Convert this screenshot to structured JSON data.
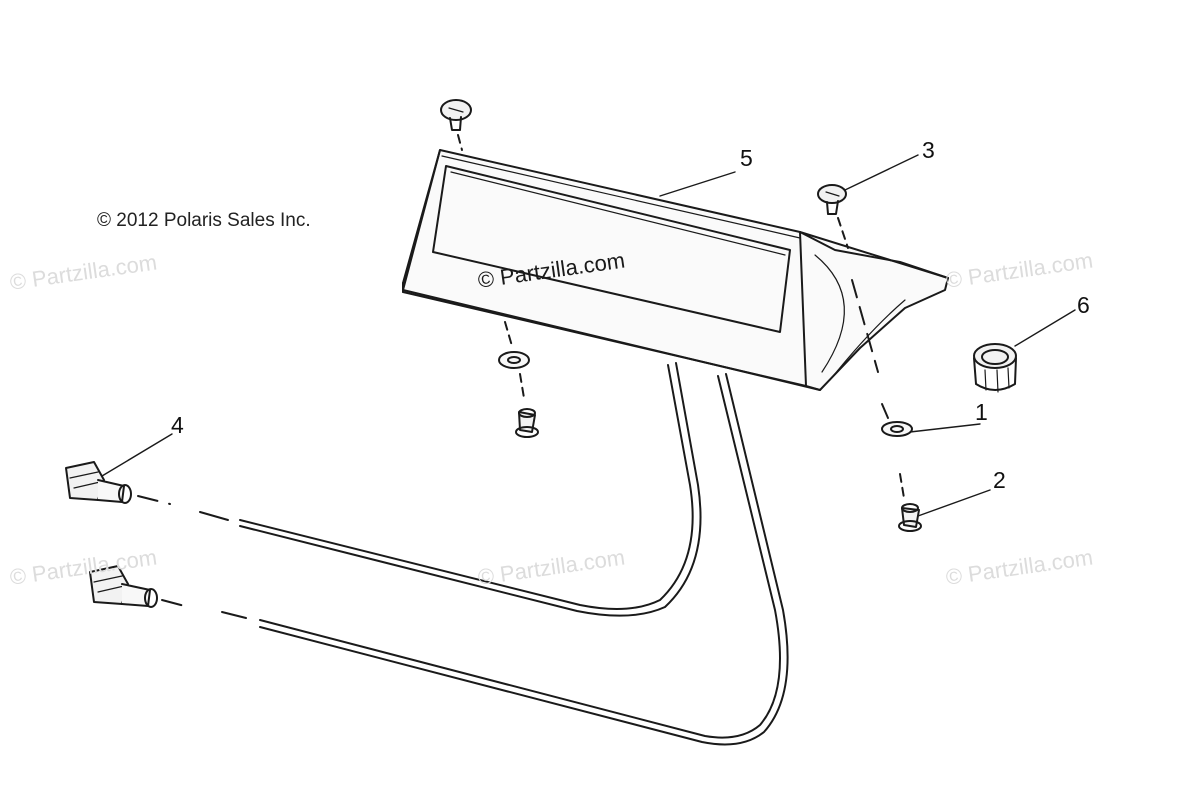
{
  "copyright": "© 2012 Polaris Sales Inc.",
  "watermarks": {
    "left_upper": "© Partzilla.com",
    "center": "© Partzilla.com",
    "right_upper": "© Partzilla.com",
    "left_lower": "© Partzilla.com",
    "center_lower": "© Partzilla.com",
    "right_lower": "© Partzilla.com"
  },
  "callouts": {
    "c1": "1",
    "c2": "2",
    "c3": "3",
    "c4": "4",
    "c5": "5",
    "c6": "6"
  }
}
